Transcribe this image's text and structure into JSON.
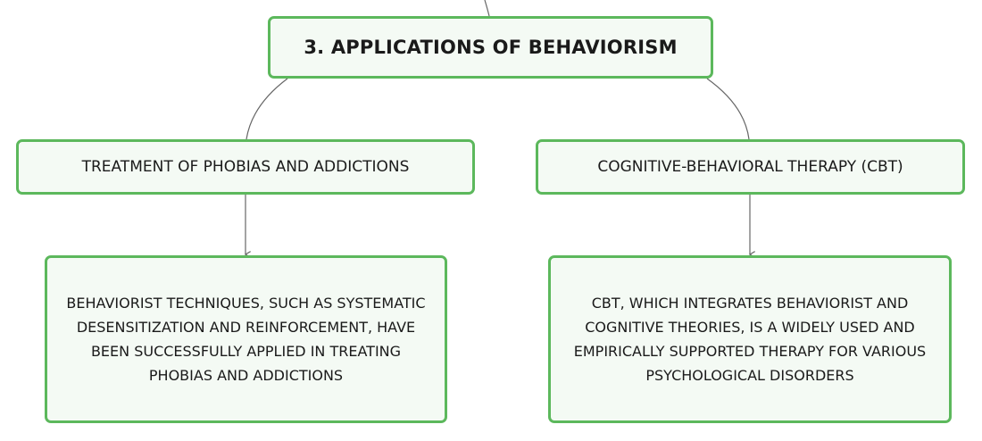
{
  "diagram": {
    "root": {
      "label": "3. APPLICATIONS OF BEHAVIORISM"
    },
    "branches": [
      {
        "label": "TREATMENT OF PHOBIAS AND ADDICTIONS",
        "detail": "BEHAVIORIST TECHNIQUES, SUCH AS SYSTEMATIC DESENSITIZATION AND REINFORCEMENT, HAVE BEEN SUCCESSFULLY APPLIED IN TREATING PHOBIAS AND ADDICTIONS"
      },
      {
        "label": "COGNITIVE-BEHAVIORAL THERAPY (CBT)",
        "detail": "CBT, WHICH INTEGRATES BEHAVIORIST AND COGNITIVE THEORIES, IS A WIDELY USED AND EMPIRICALLY SUPPORTED THERAPY FOR VARIOUS PSYCHOLOGICAL DISORDERS"
      }
    ],
    "colors": {
      "node_border": "#5cb85c",
      "node_fill": "#f4faf4",
      "connector": "#666666"
    }
  }
}
